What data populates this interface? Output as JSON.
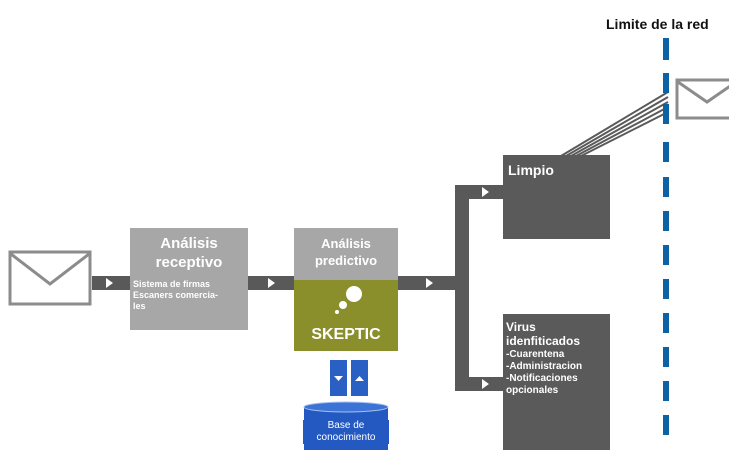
{
  "title": "Limite de la red",
  "stage1": {
    "title_line1": "Análisis",
    "title_line2": "receptivo",
    "detail_lines": [
      "Sistema de firmas",
      "Escaners comercia-",
      "les"
    ]
  },
  "stage2": {
    "title_line1": "Análisis",
    "title_line2": "predictivo",
    "product": "SKEPTIC"
  },
  "database": {
    "line1": "Base de",
    "line2": "conocimiento"
  },
  "outcome_clean": "Limpio",
  "outcome_virus": {
    "title_line1": "Virus",
    "title_line2": "idenfiticados",
    "items": [
      "-Cuarentena",
      "-Administracion",
      "-Notificaciones",
      "opcionales"
    ]
  }
}
